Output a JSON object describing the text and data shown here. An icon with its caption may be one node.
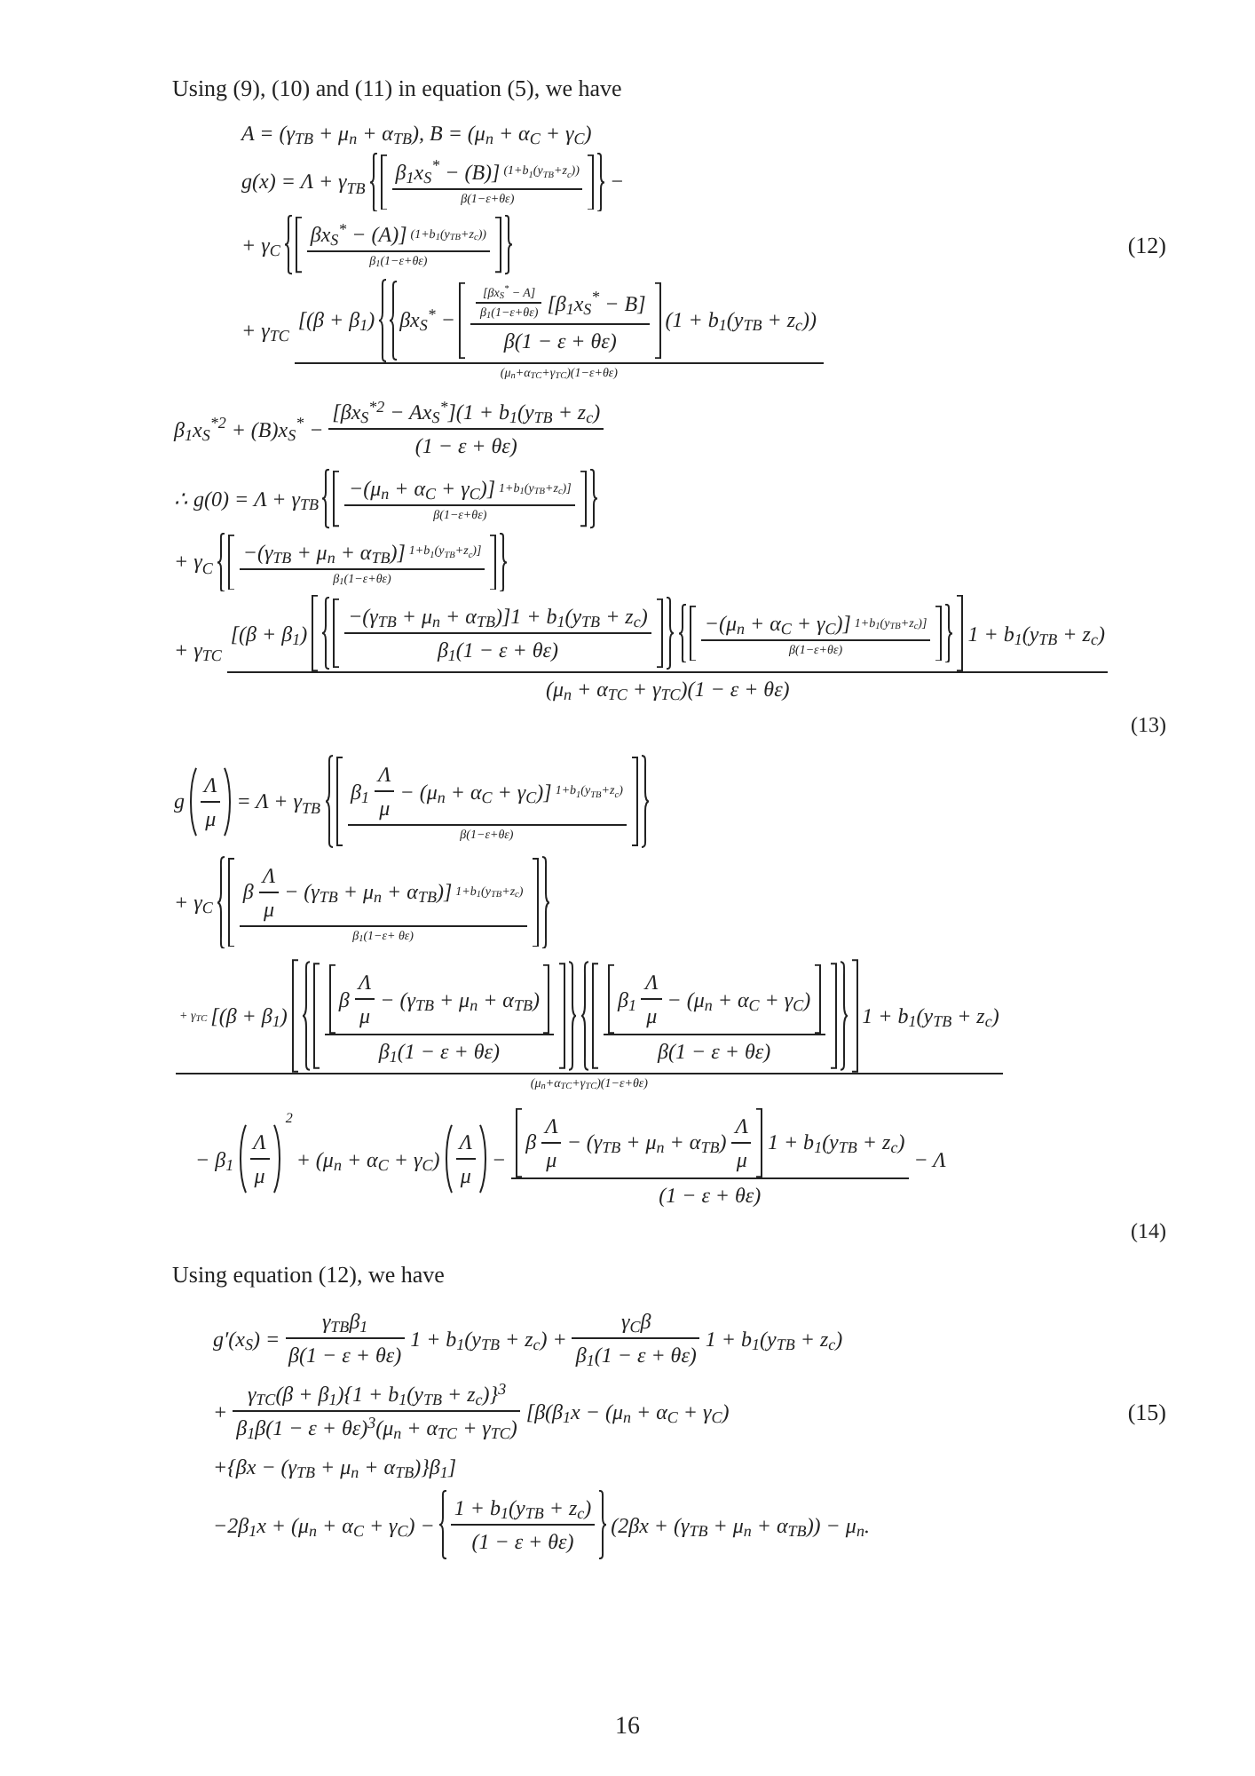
{
  "diagram": {
    "labels": [
      "Using (9), (10) and (11) in equation (5), we have",
      "A = (γ$_{TB}$ + μ$_{n}$ + α$_{TB}$), B = (μ$_{n}$ + α$_{C}$ + γ$_{C}$)",
      "g(x) = Λ + γ$_{TB}$",
      "β$_{1}$x$_{S}$$^{*}$ − (B)]",
      "(1+b$_{1}$(y$_{TB}$+z$_{c}$))",
      "β(1−ε+θε)",
      "−",
      "+ γ$_{C}$",
      "βx$_{S}$$^{*}$ − (A)]",
      "(1+b$_{1}$(y$_{TB}$+z$_{c}$))",
      "β$_{1}$(1−ε+θε)",
      "(12)",
      "+ γ$_{TC}$",
      "[(β + β$_{1}$)",
      "βx$_{S}$$^{*}$ −",
      "[βx$_{S}$$^{*}$ − A]",
      "β$_{1}$(1−ε+θε)",
      "[β$_{1}$x$_{S}$$^{*}$ − B]",
      "β(1 − ε + θε)",
      "(1 + b$_{1}$(y$_{TB}$ + z$_{c}$))",
      "(μ$_{n}$+α$_{TC}$+γ$_{TC}$)(1−ε+θε)",
      "β$_{1}$x$_{S}$$^{*2}$ + (B)x$_{S}$$^{*}$ −",
      "[βx$_{S}$$^{*2}$ − Ax$_{S}$$^{*}$](1 + b$_{1}$(y$_{TB}$ + z$_{c}$)",
      "(1 − ε + θε)",
      "∴ g(0) = Λ + γ$_{TB}$",
      "−(μ$_{n}$ + α$_{C}$ + γ$_{C}$)]",
      "1+b$_{1}$(y$_{TB}$+z$_{c}$)]",
      "β(1−ε+θε)",
      "+ γ$_{C}$",
      "−(γ$_{TB}$ + μ$_{n}$ + α$_{TB}$)]",
      "1+b$_{1}$(y$_{TB}$+z$_{c}$)]",
      "β$_{1}$(1−ε+θε)",
      "+ γ$_{TC}$",
      "[(β + β$_{1}$)",
      "−(γ$_{TB}$ + μ$_{n}$ + α$_{TB}$)]1 + b$_{1}$(y$_{TB}$ + z$_{c}$)",
      "β$_{1}$(1 − ε + θε)",
      "−(μ$_{n}$ + α$_{C}$ + γ$_{C}$)]",
      "1+b$_{1}$(y$_{TB}$+z$_{c}$)]",
      "β(1−ε+θε)",
      "1 + b$_{1}$(y$_{TB}$ + z$_{c}$)",
      "(μ$_{n}$ + α$_{TC}$ + γ$_{TC}$)(1 − ε + θε)",
      "(13)",
      "g",
      "Λ",
      "μ",
      "= Λ + γ$_{TB}$",
      "β$_{1}$",
      "Λ",
      "μ",
      "− (μ$_{n}$ + α$_{C}$ + γ$_{C}$)]",
      "1+b$_{1}$(y$_{TB}$+z$_{c}$)",
      "β(1−ε+θε)",
      "+ γ$_{C}$",
      "β",
      "Λ",
      "μ",
      "− (γ$_{TB}$ + μ$_{n}$ + α$_{TB}$)]",
      "1+b$_{1}$(y$_{TB}$+z$_{c}$)",
      "β$_{1}$(1−ε+ θε)",
      "+ γ$_{TC}$",
      "[(β + β$_{1}$)",
      "β",
      "Λ",
      "μ",
      "− (γ$_{TB}$ + μ$_{n}$ + α$_{TB}$)",
      "β$_{1}$(1 − ε + θε)",
      "β$_{1}$",
      "Λ",
      "μ",
      "− (μ$_{n}$ + α$_{C}$ + γ$_{C}$)",
      "β(1 − ε + θε)",
      "1 + b$_{1}$(y$_{TB}$ + z$_{c}$)",
      "(μ$_{n}$+α$_{TC}$+γ$_{TC}$)(1−ε+θε)",
      "− β$_{1}$",
      "Λ",
      "μ",
      "2",
      "+ (μ$_{n}$ + α$_{C}$ + γ$_{C}$)",
      "Λ",
      "μ",
      "−",
      "β",
      "Λ",
      "μ",
      "− (γ$_{TB}$ + μ$_{n}$ + α$_{TB}$)",
      "Λ",
      "μ",
      "1 + b$_{1}$(y$_{TB}$ + z$_{c}$)",
      "(1 − ε + θε)",
      "− Λ",
      "(14)",
      "Using equation (12), we have",
      "g′(x$_{S}$) =",
      "γ$_{TB}$β$_{1}$",
      "β(1 − ε + θε)",
      "1 + b$_{1}$(y$_{TB}$ + z$_{c}$) +",
      "γ$_{C}$β",
      "β$_{1}$(1 − ε + θε)",
      "1 + b$_{1}$(y$_{TB}$ + z$_{c}$)",
      "+",
      "γ$_{TC}$(β + β$_{1}$){1 + b$_{1}$(y$_{TB}$ + z$_{c}$)}$^{3}$",
      "β$_{1}$β(1 − ε + θε)$^{3}$(μ$_{n}$ + α$_{TC}$ + γ$_{TC}$)",
      "[β(β$_{1}$x − (μ$_{n}$ + α$_{C}$ + γ$_{C}$)",
      "(15)",
      "+{βx − (γ$_{TB}$ + μ$_{n}$ + α$_{TB}$)}β$_{1}$]",
      "−2β$_{1}$x + (μ$_{n}$ + α$_{C}$ + γ$_{C}$) −",
      "1 + b$_{1}$(y$_{TB}$ + z$_{c}$)",
      "(1 − ε + θε)",
      "(2βx + (γ$_{TB}$ + μ$_{n}$ + α$_{TB}$)) − μ$_{n}$.",
      "16"
    ]
  }
}
